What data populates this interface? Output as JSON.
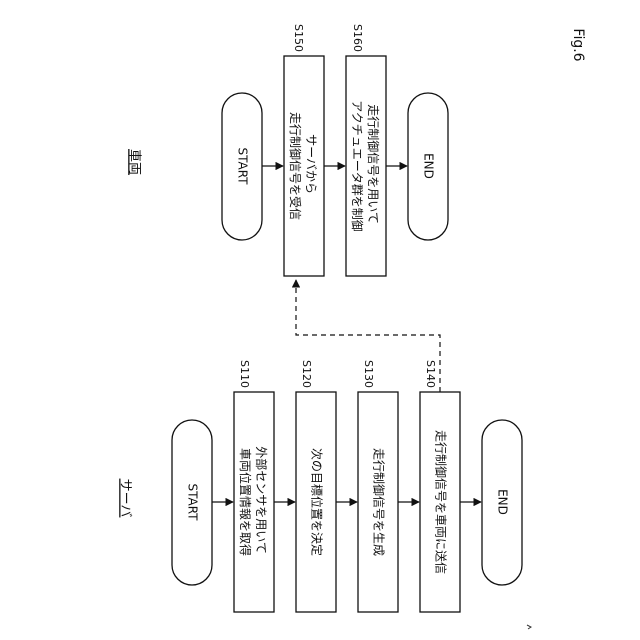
{
  "figure_label": "Fig.6",
  "server": {
    "lane_title": "サーバ",
    "start": "START",
    "steps": [
      {
        "id": "S110",
        "lines": [
          "外部センサを用いて",
          "車両位置情報を取得"
        ]
      },
      {
        "id": "S120",
        "lines": [
          "次の目標位置を決定"
        ]
      },
      {
        "id": "S130",
        "lines": [
          "走行制御信号を生成"
        ]
      },
      {
        "id": "S140",
        "lines": [
          "走行制御信号を車両に送信"
        ]
      }
    ],
    "end": "END"
  },
  "vehicle": {
    "lane_title": "車両",
    "start": "START",
    "steps": [
      {
        "id": "S150",
        "lines": [
          "サーバから",
          "走行制御信号を受信"
        ]
      },
      {
        "id": "S160",
        "lines": [
          "走行制御信号を用いて",
          "アクチュエータ群を制御"
        ]
      }
    ],
    "end": "END"
  }
}
